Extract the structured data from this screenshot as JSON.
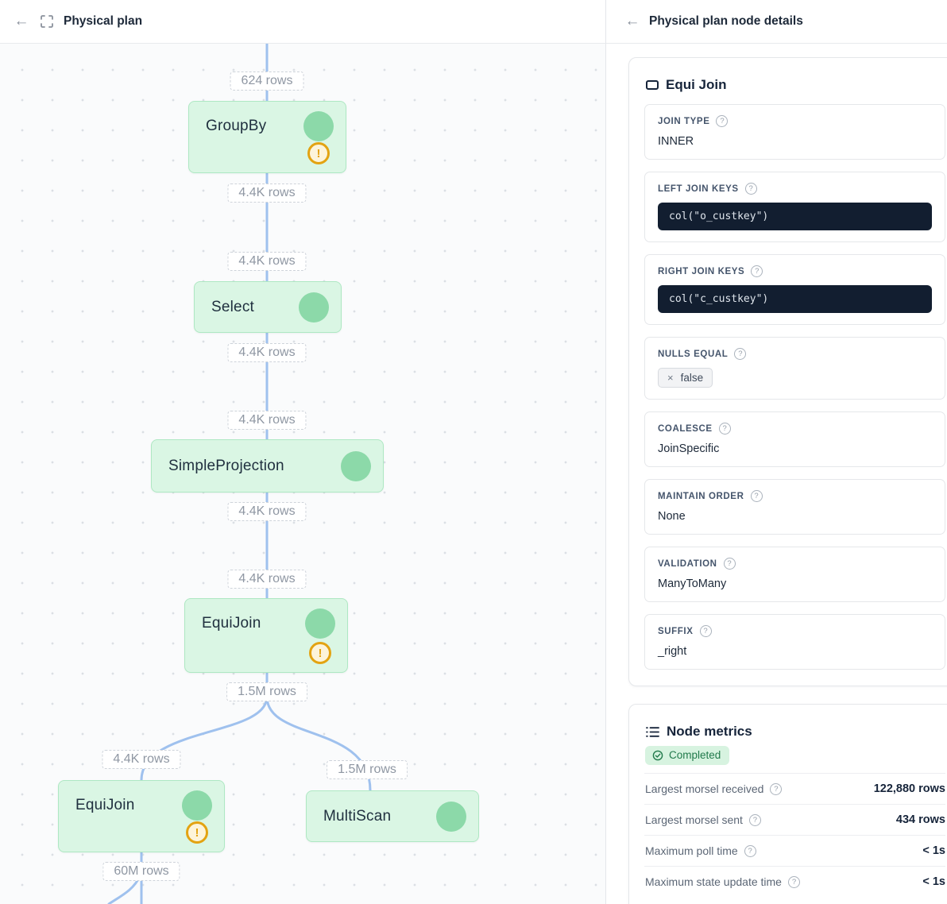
{
  "icons": {
    "back": "←",
    "help": "?",
    "close": "×",
    "warning": "!"
  },
  "colors": {
    "node_fill": "#daf6e4",
    "node_border": "#aee8c3",
    "node_circle": "#8cd9a9",
    "edge": "#9fc1ee",
    "warning": "#e3a312",
    "code_bg": "#121e30",
    "badge_bg": "#d7f3e0",
    "badge_text": "#217a4b"
  },
  "left_panel": {
    "title": "Physical plan",
    "graph": {
      "nodes": [
        {
          "label": "GroupBy"
        },
        {
          "label": "Select"
        },
        {
          "label": "SimpleProjection"
        },
        {
          "label": "EquiJoin"
        },
        {
          "label": "EquiJoin"
        },
        {
          "label": "MultiScan"
        }
      ],
      "edge_labels": [
        {
          "text": "624 rows"
        },
        {
          "text": "4.4K rows"
        },
        {
          "text": "4.4K rows"
        },
        {
          "text": "4.4K rows"
        },
        {
          "text": "4.4K rows"
        },
        {
          "text": "4.4K rows"
        },
        {
          "text": "4.4K rows"
        },
        {
          "text": "1.5M rows"
        },
        {
          "text": "4.4K rows"
        },
        {
          "text": "1.5M rows"
        },
        {
          "text": "60M rows"
        }
      ]
    }
  },
  "right_panel": {
    "title": "Physical plan node details",
    "node_details": {
      "title": "Equi Join",
      "sections": [
        {
          "label": "JOIN TYPE",
          "type": "text",
          "value": "INNER"
        },
        {
          "label": "LEFT JOIN KEYS",
          "type": "code",
          "value": "col(\"o_custkey\")"
        },
        {
          "label": "RIGHT JOIN KEYS",
          "type": "code",
          "value": "col(\"c_custkey\")"
        },
        {
          "label": "NULLS EQUAL",
          "type": "chip",
          "value": "false"
        },
        {
          "label": "COALESCE",
          "type": "text",
          "value": "JoinSpecific"
        },
        {
          "label": "MAINTAIN ORDER",
          "type": "text",
          "value": "None"
        },
        {
          "label": "VALIDATION",
          "type": "text",
          "value": "ManyToMany"
        },
        {
          "label": "SUFFIX",
          "type": "text",
          "value": "_right"
        }
      ]
    },
    "metrics": {
      "title": "Node metrics",
      "status": "Completed",
      "rows": [
        {
          "label": "Largest morsel received",
          "value": "122,880 rows"
        },
        {
          "label": "Largest morsel sent",
          "value": "434 rows"
        },
        {
          "label": "Maximum poll time",
          "value": "< 1s"
        },
        {
          "label": "Maximum state update time",
          "value": "< 1s"
        }
      ]
    }
  }
}
